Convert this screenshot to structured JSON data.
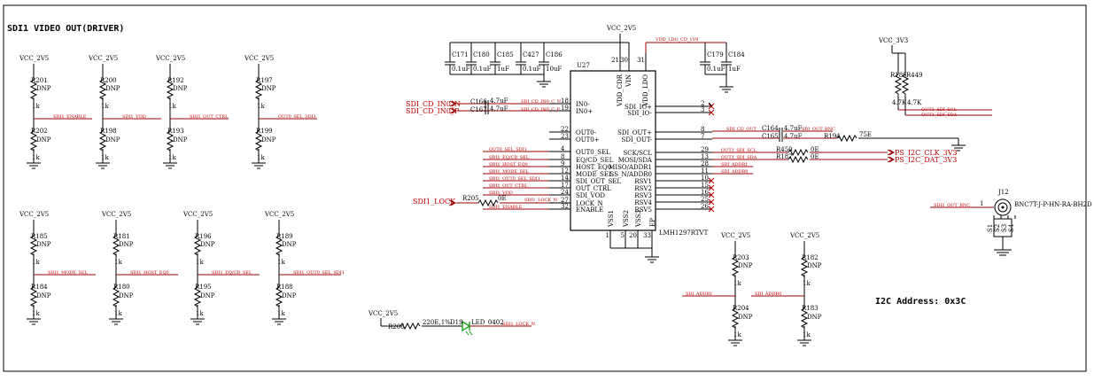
{
  "title": "SDI1 VIDEO OUT(DRIVER)",
  "i2c_address": "I2C Address: 0x3C",
  "power": {
    "v25": "VCC_2V5",
    "v33": "VCC_3V3"
  },
  "chip": {
    "ref": "U27",
    "part": "LMH1297RTVT",
    "left_pins": [
      {
        "num": "18",
        "name": "IN0-"
      },
      {
        "num": "19",
        "name": "IN0+"
      },
      {
        "num": "22",
        "name": "OUT0-"
      },
      {
        "num": "23",
        "name": "OUT0+"
      },
      {
        "num": "4",
        "name": "OUT0_SEL"
      },
      {
        "num": "8",
        "name": "EQ/CD_SEL"
      },
      {
        "num": "9",
        "name": "HOST_EQ0"
      },
      {
        "num": "12",
        "name": "MODE_SEL"
      },
      {
        "num": "14",
        "name": "SDI_OUT_SEL"
      },
      {
        "num": "17",
        "name": "OUT_CTRL"
      },
      {
        "num": "24",
        "name": "SDI_VOD"
      },
      {
        "num": "27",
        "name": "LOCK_N"
      },
      {
        "num": "32",
        "name": "ENABLE"
      }
    ],
    "right_pins": [
      {
        "num": "2",
        "name": "SDI_IO+"
      },
      {
        "num": "3",
        "name": "SDI_IO-"
      },
      {
        "num": "8",
        "name": "SDI_OUT+"
      },
      {
        "num": "7",
        "name": "SDI_OUT-"
      },
      {
        "num": "29",
        "name": "SCK/SCL"
      },
      {
        "num": "13",
        "name": "MOSI/SDA"
      },
      {
        "num": "28",
        "name": "MISO/ADDR1"
      },
      {
        "num": "11",
        "name": "SS_N/ADDR0"
      },
      {
        "num": "10",
        "name": "RSV1"
      },
      {
        "num": "15",
        "name": "RSV2"
      },
      {
        "num": "16",
        "name": "RSV3"
      },
      {
        "num": "25",
        "name": "RSV4"
      },
      {
        "num": "26",
        "name": "RSV5"
      }
    ],
    "top_pins": [
      {
        "num": "21",
        "name": "VDD_CDR"
      },
      {
        "num": "30",
        "name": "VIN"
      },
      {
        "num": "31",
        "name": "VDD_LDO"
      }
    ],
    "bottom_pins": [
      {
        "num": "1",
        "name": "VSS1"
      },
      {
        "num": "5",
        "name": "VSS2"
      },
      {
        "num": "20",
        "name": "VSS3"
      },
      {
        "num": "33",
        "name": "EP"
      }
    ]
  },
  "caps_left": [
    {
      "ref": "C171",
      "value": "0.1uF"
    },
    {
      "ref": "C180",
      "value": "0.1uF"
    },
    {
      "ref": "C185",
      "value": "1uF"
    },
    {
      "ref": "C427",
      "value": "0.1uF"
    },
    {
      "ref": "C186",
      "value": "10uF"
    }
  ],
  "caps_right": [
    {
      "ref": "C179",
      "value": "0.1uF"
    },
    {
      "ref": "C184",
      "value": "1uF"
    }
  ],
  "ldo_net": "VDD_LDO_CD_1V8",
  "input_nets": {
    "n": "SDI_CD_IN0_N",
    "p": "SDI_CD_IN0_P"
  },
  "input_caps": [
    {
      "ref": "C166",
      "value": "4.7uF",
      "net": "SDI_CD_IN0_C_N"
    },
    {
      "ref": "C167",
      "value": "4.7uF",
      "net": "SDI_CD_IN0_C_P"
    }
  ],
  "output_caps": [
    {
      "ref": "C164",
      "value": "4.7uF",
      "net": "SDI_OUT_BNC"
    },
    {
      "ref": "C165",
      "value": "4.7uF"
    }
  ],
  "sdi_cd_out": "SDI_CD_OUT",
  "r194": {
    "ref": "R194",
    "value": "75E"
  },
  "i2c_res": [
    {
      "ref": "R450",
      "value": "0E",
      "net": "OUT1_SDI_SCL",
      "label": "PS_I2C_CLK_3V3"
    },
    {
      "ref": "R187",
      "value": "0E",
      "net": "OUT1_SDI_SDA",
      "label": "PS_I2C_DAT_3V3"
    }
  ],
  "pullups_3v3": [
    {
      "ref": "R186",
      "value": "4.7K"
    },
    {
      "ref": "R449",
      "value": "4.7K"
    }
  ],
  "right_pin_nets": [
    "SDI_ADDR1",
    "SDI_ADDR0"
  ],
  "left_nets": [
    "OUT0_SEL_SDI1",
    "SDI1_EQ/CD_SEL",
    "SDI1_HOST_EQ0",
    "SDI1_MODE_SEL",
    "SDI1_OUT0_SEL_SDI1",
    "SDI1_OUT_CTRL",
    "SDI1_VOD",
    "SDI1_LOCK_N",
    "SDI1_ENABLE"
  ],
  "lock": {
    "label": "SDI1_LOCK",
    "r_ref": "R205",
    "r_value": "0E"
  },
  "dividers_top": [
    {
      "upper": "R201",
      "lower": "R202",
      "net": "SDI1_ENABLE"
    },
    {
      "upper": "R200",
      "lower": "R198",
      "net": "SDI1_VOD"
    },
    {
      "upper": "R192",
      "lower": "R193",
      "net": "SDI1_OUT_CTRL"
    },
    {
      "upper": "R197",
      "lower": "R199",
      "net": "OUT0_SEL_SDI1"
    }
  ],
  "dividers_bottom": [
    {
      "upper": "R185",
      "lower": "R184",
      "net": "SDI1_MODE_SEL"
    },
    {
      "upper": "R181",
      "lower": "R180",
      "net": "SDI1_HOST_EQ0"
    },
    {
      "upper": "R196",
      "lower": "R195",
      "net": "SDI1_EQ/CD_SEL"
    },
    {
      "upper": "R189",
      "lower": "R188",
      "net": "SDI1_OUT0_SEL_SDI1"
    }
  ],
  "dividers_addr": [
    {
      "upper": "R203",
      "lower": "R204",
      "net": "SDI_ADDR1"
    },
    {
      "upper": "R182",
      "lower": "R183",
      "net": "SDI_ADDR0"
    }
  ],
  "res_value": "1k",
  "dnp": "DNP",
  "led": {
    "r_ref": "R206",
    "r_value": "220E,1%",
    "ref": "D19",
    "value": "LED_0402",
    "net": "SDI1_LOCK_N"
  },
  "connector": {
    "ref": "J12",
    "part": "BNC7T-J-P-HN-RA-BH2D",
    "pin": "1",
    "gnd_pins": [
      "S1",
      "S2",
      "S3",
      "S4"
    ],
    "net": "SDI1_OUT_BNC"
  },
  "colors": {
    "wire": "#000000",
    "net_red": "#c00000",
    "led": "#00a000"
  }
}
